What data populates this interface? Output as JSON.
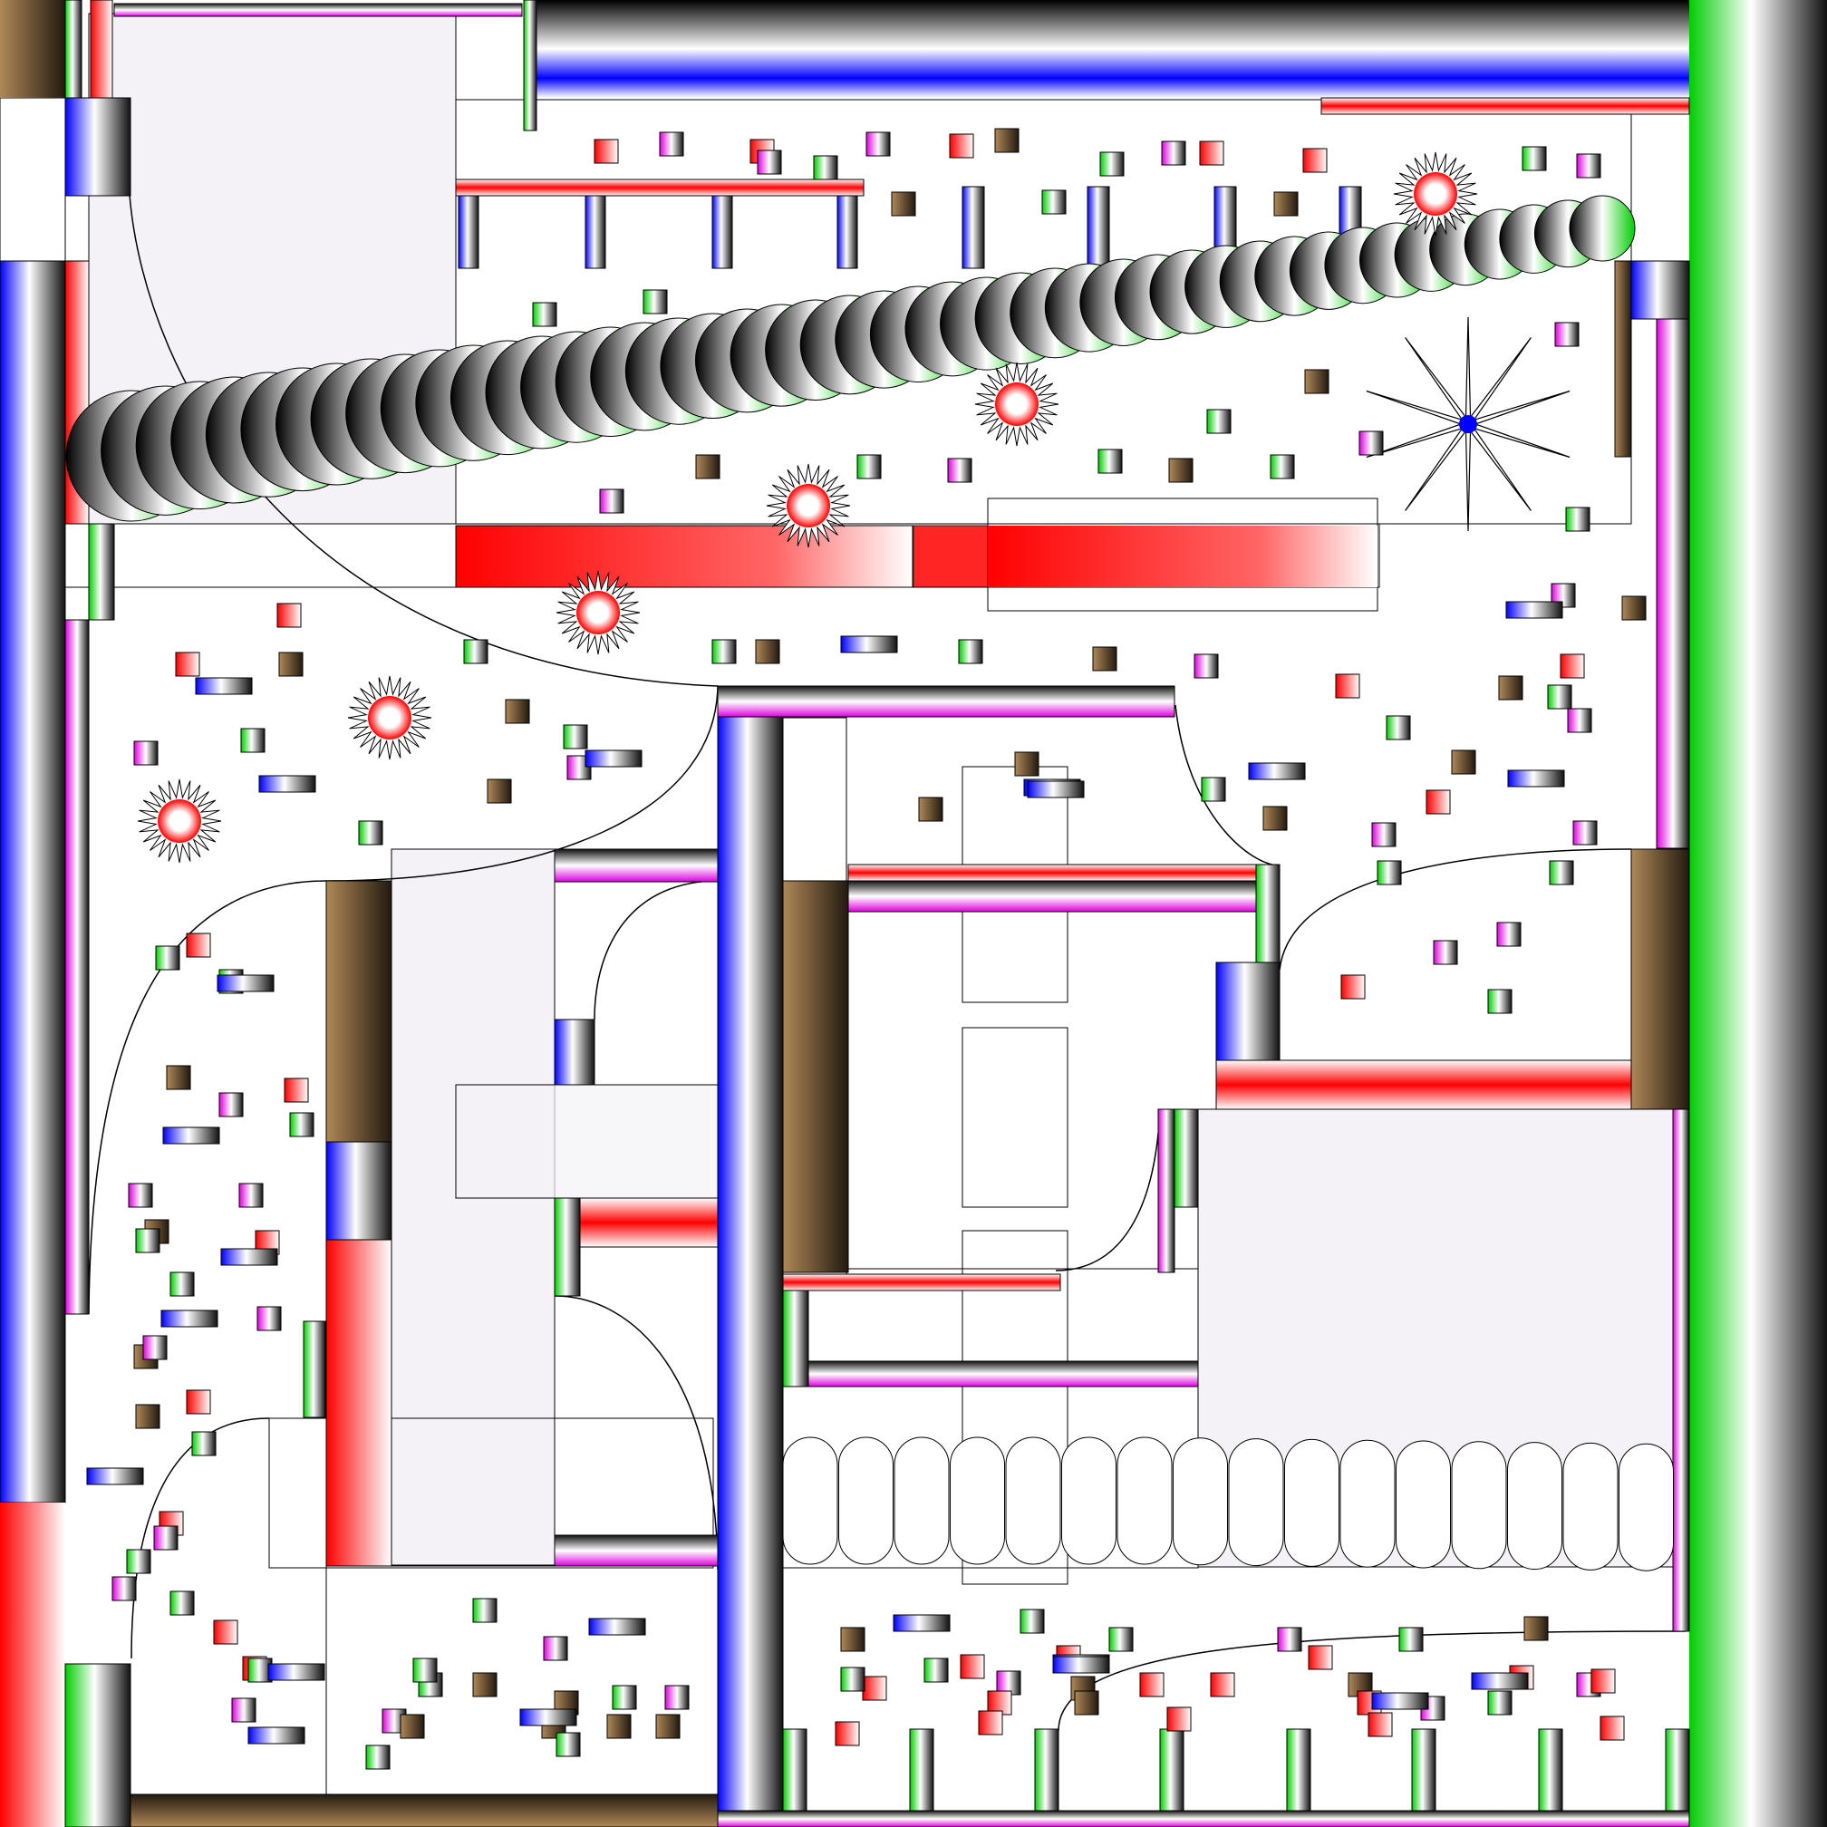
{
  "scene": {
    "background": "#ffffff",
    "theme_colors": {
      "blue": "#0000ff",
      "red": "#ff0000",
      "green": "#00dd00",
      "magenta": "#dd00dd",
      "brown": "#8b5a2b",
      "dark": "#000000",
      "room_fill": "#f4f2f6"
    },
    "pipe_colors_legend": [
      "blue",
      "red",
      "green",
      "magenta",
      "brown"
    ],
    "icons": [
      "red-spiky-mine-icon",
      "blue-star-burst-icon",
      "gem-block-icon",
      "segmented-worm-icon"
    ]
  }
}
